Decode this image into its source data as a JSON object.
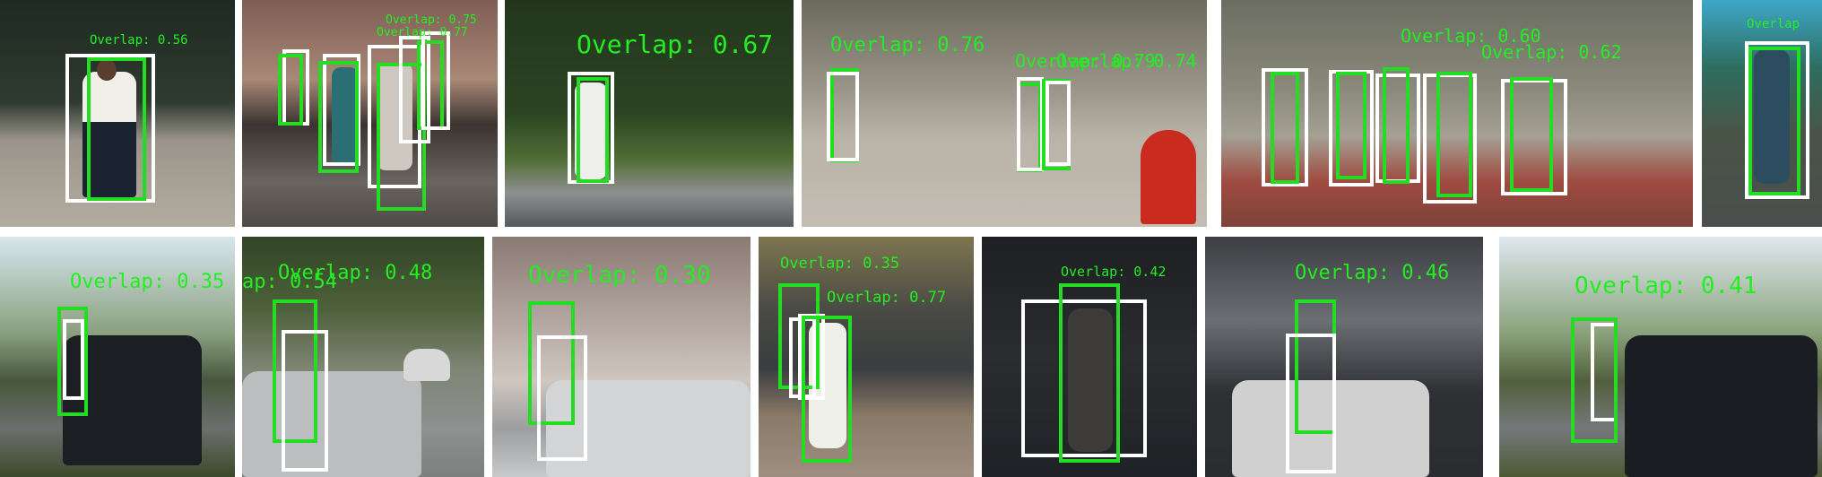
{
  "colors": {
    "ground_truth_box": "#ffffff",
    "detection_box": "#22dd22",
    "overlap_text": "#22ee22"
  },
  "tiles": [
    {
      "id": "t1",
      "labels": [
        "Overlap: 0.56"
      ]
    },
    {
      "id": "t2",
      "labels": [
        "Overlap: 0.75",
        "Overlap: 0.77"
      ]
    },
    {
      "id": "t3",
      "labels": [
        "Overlap: 0.67"
      ]
    },
    {
      "id": "t4",
      "labels": [
        "Overlap: 0.76",
        "Overlap: 0.79",
        "Overlap: 0.74"
      ]
    },
    {
      "id": "t5",
      "labels": [
        "Overlap: 0.60",
        "Overlap: 0.62"
      ]
    },
    {
      "id": "t6",
      "labels": [
        "Overlap"
      ]
    },
    {
      "id": "t7",
      "labels": [
        "Overlap: 0.35"
      ]
    },
    {
      "id": "t8",
      "labels": [
        "Overlap: 0.48",
        "ap: 0.54"
      ]
    },
    {
      "id": "t9",
      "labels": [
        "Overlap: 0.30"
      ]
    },
    {
      "id": "t10",
      "labels": [
        "Overlap: 0.35",
        "Overlap: 0.77"
      ]
    },
    {
      "id": "t11",
      "labels": [
        "Overlap: 0.42"
      ]
    },
    {
      "id": "t12",
      "labels": [
        "Overlap: 0.46"
      ]
    },
    {
      "id": "t13",
      "labels": [
        "Overlap: 0.41"
      ]
    }
  ]
}
